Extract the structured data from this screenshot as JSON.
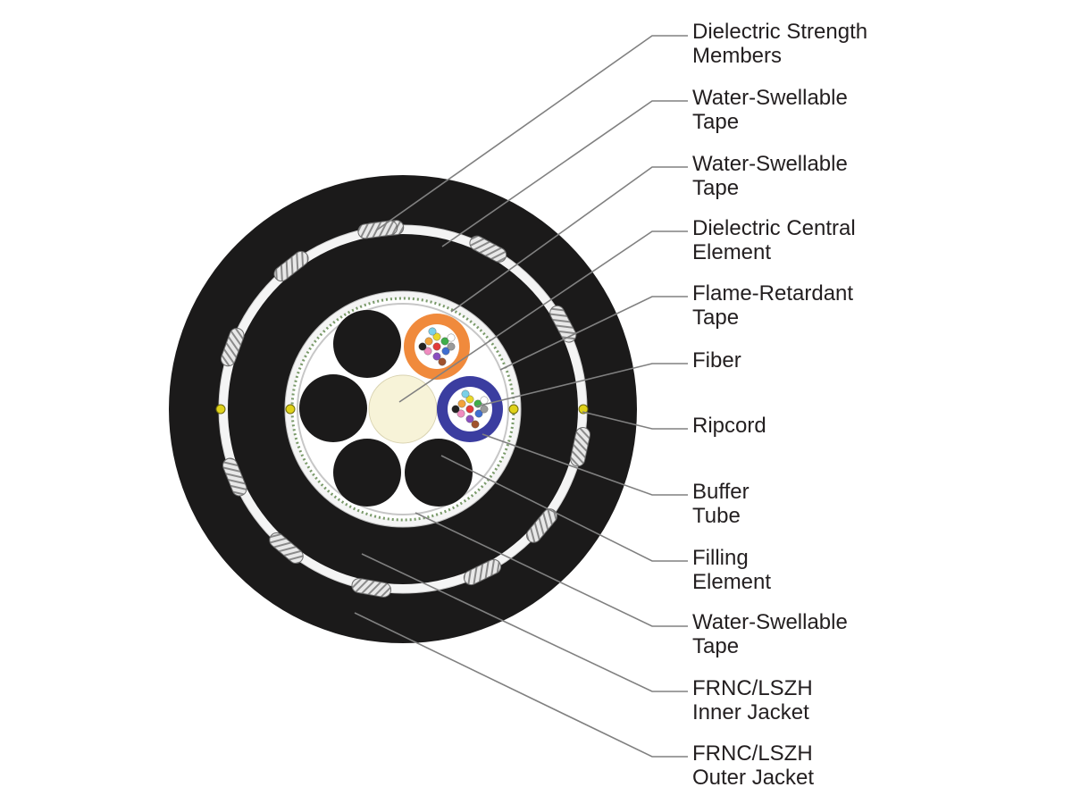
{
  "labels": [
    {
      "id": "dielectric-strength-members",
      "lines": [
        "Dielectric Strength",
        "Members"
      ]
    },
    {
      "id": "water-swellable-tape-outer",
      "lines": [
        "Water-Swellable",
        "Tape"
      ]
    },
    {
      "id": "water-swellable-tape-core",
      "lines": [
        "Water-Swellable",
        "Tape"
      ]
    },
    {
      "id": "dielectric-central-element",
      "lines": [
        "Dielectric Central",
        "Element"
      ]
    },
    {
      "id": "flame-retardant-tape",
      "lines": [
        "Flame-Retardant",
        "Tape"
      ]
    },
    {
      "id": "fiber",
      "lines": [
        "Fiber"
      ]
    },
    {
      "id": "ripcord",
      "lines": [
        "Ripcord"
      ]
    },
    {
      "id": "buffer-tube",
      "lines": [
        "Buffer",
        "Tube"
      ]
    },
    {
      "id": "filling-element",
      "lines": [
        "Filling",
        "Element"
      ]
    },
    {
      "id": "water-swellable-tape-inner",
      "lines": [
        "Water-Swellable",
        "Tape"
      ]
    },
    {
      "id": "frnc-lszh-inner-jacket",
      "lines": [
        "FRNC/LSZH",
        "Inner Jacket"
      ]
    },
    {
      "id": "frnc-lszh-outer-jacket",
      "lines": [
        "FRNC/LSZH",
        "Outer Jacket"
      ]
    }
  ],
  "colors": {
    "jacket": "#1b1a1a",
    "tape": "#f4f4f4",
    "central_element": "#f7f3d8",
    "buffer_tube_orange": "#f08a3c",
    "buffer_tube_blue": "#3b3da0",
    "ripcord": "#e0d21a",
    "leader_line": "#808080",
    "text": "#231f20"
  },
  "fiber_colors": [
    "#e23b3b",
    "#f2a23a",
    "#e9d72a",
    "#3fae49",
    "#3f6fd1",
    "#8a4fc0",
    "#f08cc0",
    "#222222",
    "#9a9a9a",
    "#7ad0e8",
    "#a0522d",
    "#ffffff"
  ]
}
